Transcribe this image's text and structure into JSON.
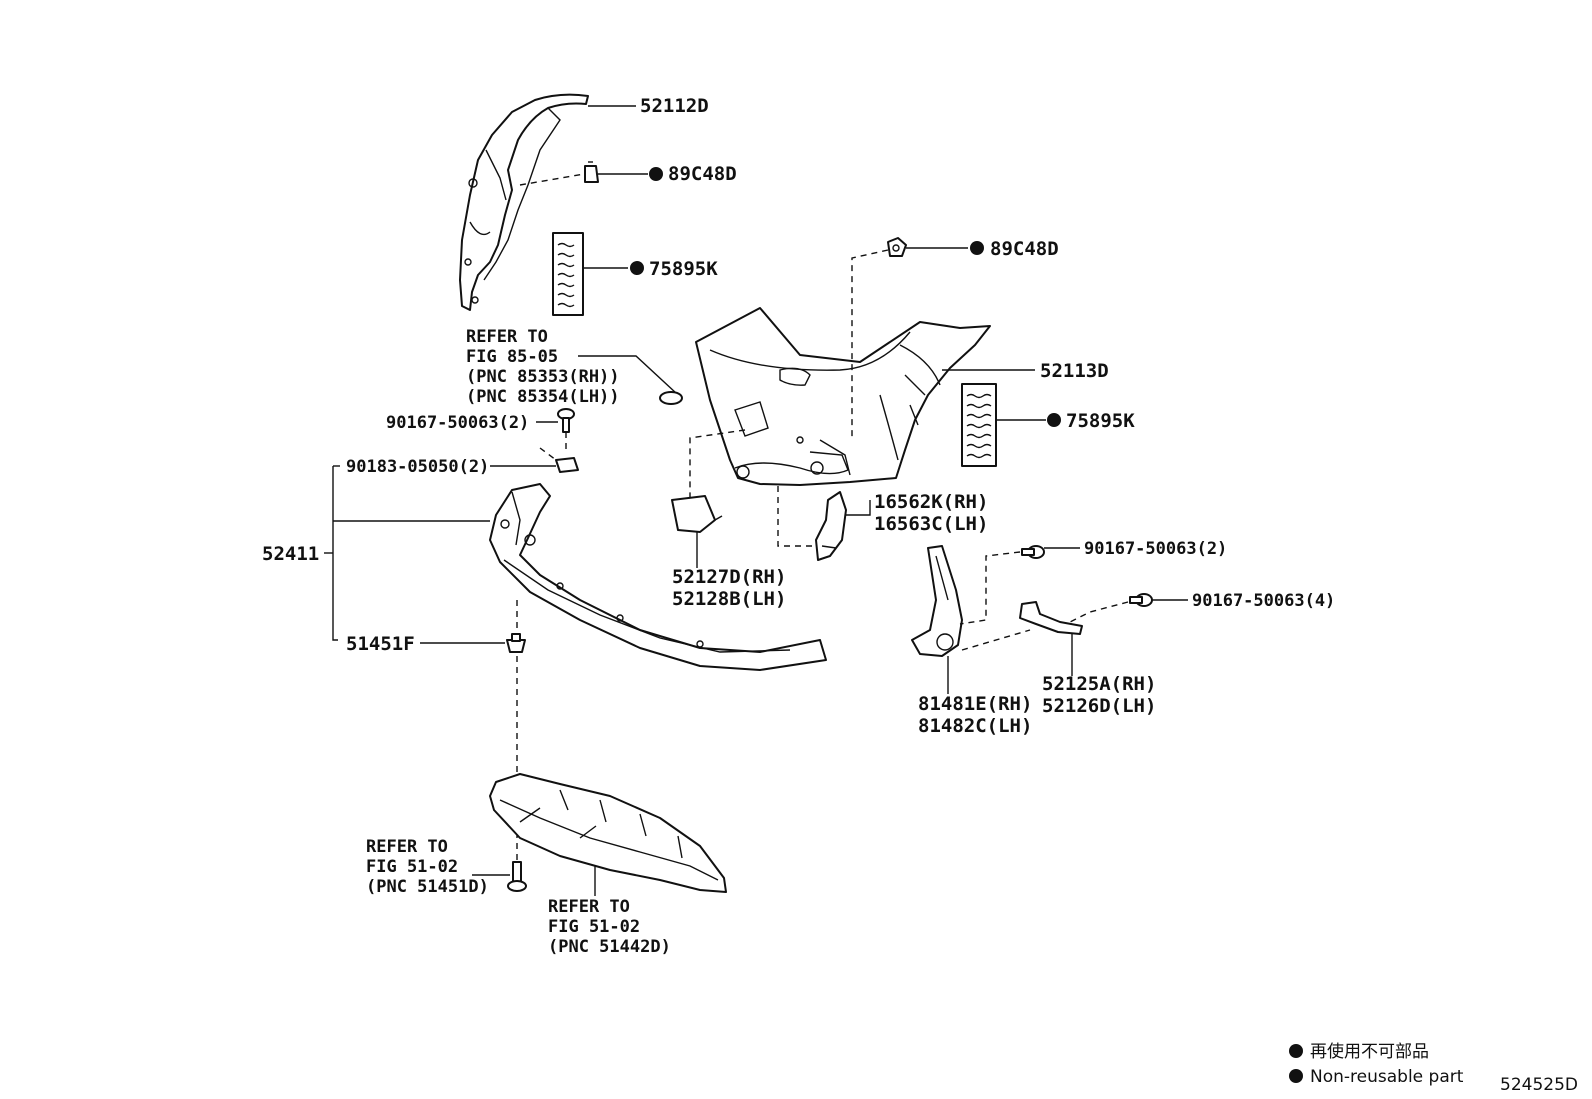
{
  "labels": {
    "p52112D": "52112D",
    "p89C48D_a": "89C48D",
    "p75895K_a": "75895K",
    "refer_85_1": "REFER TO",
    "refer_85_2": "FIG 85-05",
    "refer_85_3": "(PNC 85353(RH))",
    "refer_85_4": "(PNC 85354(LH))",
    "p90167_a": "90167-50063(2)",
    "p90183": "90183-05050(2)",
    "p52411": "52411",
    "p51451F": "51451F",
    "p89C48D_b": "89C48D",
    "p52113D": "52113D",
    "p75895K_b": "75895K",
    "p16562K": "16562K(RH)",
    "p16563C": "16563C(LH)",
    "p52127D": "52127D(RH)",
    "p52128B": "52128B(LH)",
    "p90167_b": "90167-50063(2)",
    "p90167_c": "90167-50063(4)",
    "p52125A": "52125A(RH)",
    "p52126D": "52126D(LH)",
    "p81481E": "81481E(RH)",
    "p81482C": "81482C(LH)",
    "refer_51a_1": "REFER TO",
    "refer_51a_2": "FIG 51-02",
    "refer_51a_3": "(PNC 51451D)",
    "refer_51b_1": "REFER TO",
    "refer_51b_2": "FIG 51-02",
    "refer_51b_3": "(PNC 51442D)"
  },
  "legend": {
    "line1": "再使用不可部品",
    "line2": "Non-reusable part"
  },
  "figure_code": "524525D"
}
